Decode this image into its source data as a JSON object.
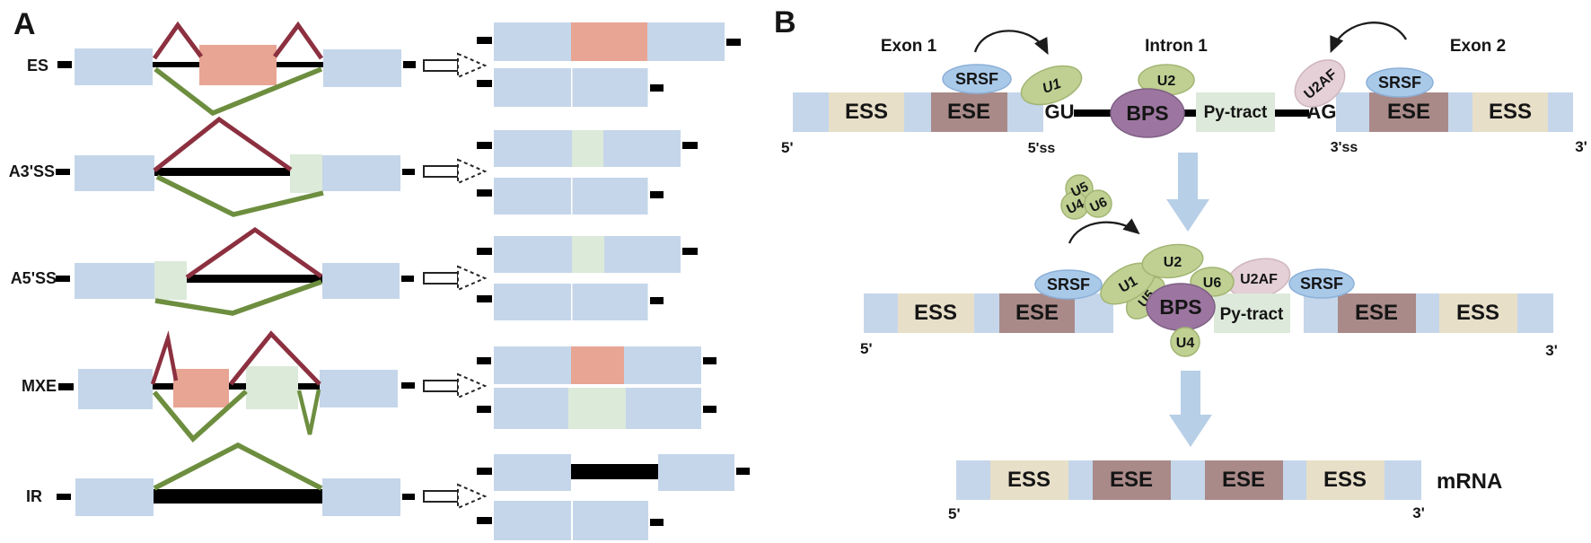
{
  "figure": {
    "panel_a_letter": "A",
    "panel_b_letter": "B"
  },
  "palette": {
    "exon_blue": "#c5d6ea",
    "cassette_salmon": "#e8a593",
    "alt_exon_green": "#dcead9",
    "intron_black": "#000000",
    "inclusion_arc_red": "#8c3040",
    "skipping_arc_green": "#6d8e3f",
    "ess_tan": "#e8dfc9",
    "ese_mauve": "#a98a89",
    "bps_purple": "#9c76a0",
    "py_tract_green": "#dde9da",
    "snrnp_green": "#bfd092",
    "srsf_blue": "#a9c9e9",
    "u2af_pink": "#e4d0d6",
    "big_arrow_blue": "#b7cfe7"
  },
  "panel_a": {
    "rows": [
      {
        "label": "ES"
      },
      {
        "label": "A3'SS"
      },
      {
        "label": "A5'SS"
      },
      {
        "label": "MXE"
      },
      {
        "label": "IR"
      }
    ]
  },
  "panel_b": {
    "stage1": {
      "exon1_title": "Exon 1",
      "intron1_title": "Intron 1",
      "exon2_title": "Exon 2",
      "srsf_left": "SRSF",
      "u1": "U1",
      "u2": "U2",
      "u2af": "U2AF",
      "srsf_right": "SRSF",
      "ess_left": "ESS",
      "ese_left": "ESE",
      "gu": "GU",
      "bps": "BPS",
      "py_tract": "Py-tract",
      "ag": "AG",
      "ese_right": "ESE",
      "ess_right": "ESS",
      "five_prime": "5'",
      "five_ss": "5'ss",
      "three_ss": "3'ss",
      "three_prime": "3'"
    },
    "stage2": {
      "u5_in": "U5",
      "u4_in": "U4",
      "u6_in": "U6",
      "srsf_left": "SRSF",
      "u1": "U1",
      "u5": "U5",
      "u2": "U2",
      "u6": "U6",
      "u2af": "U2AF",
      "srsf_right": "SRSF",
      "ess_left": "ESS",
      "ese_left": "ESE",
      "bps": "BPS",
      "py_tract": "Py-tract",
      "ese_right": "ESE",
      "ess_right": "ESS",
      "u4": "U4",
      "five_prime": "5'",
      "three_prime": "3'"
    },
    "stage3": {
      "ess_left": "ESS",
      "ese_left": "ESE",
      "ese_right": "ESE",
      "ess_right": "ESS",
      "mrna": "mRNA",
      "five_prime": "5'",
      "three_prime": "3'"
    }
  }
}
